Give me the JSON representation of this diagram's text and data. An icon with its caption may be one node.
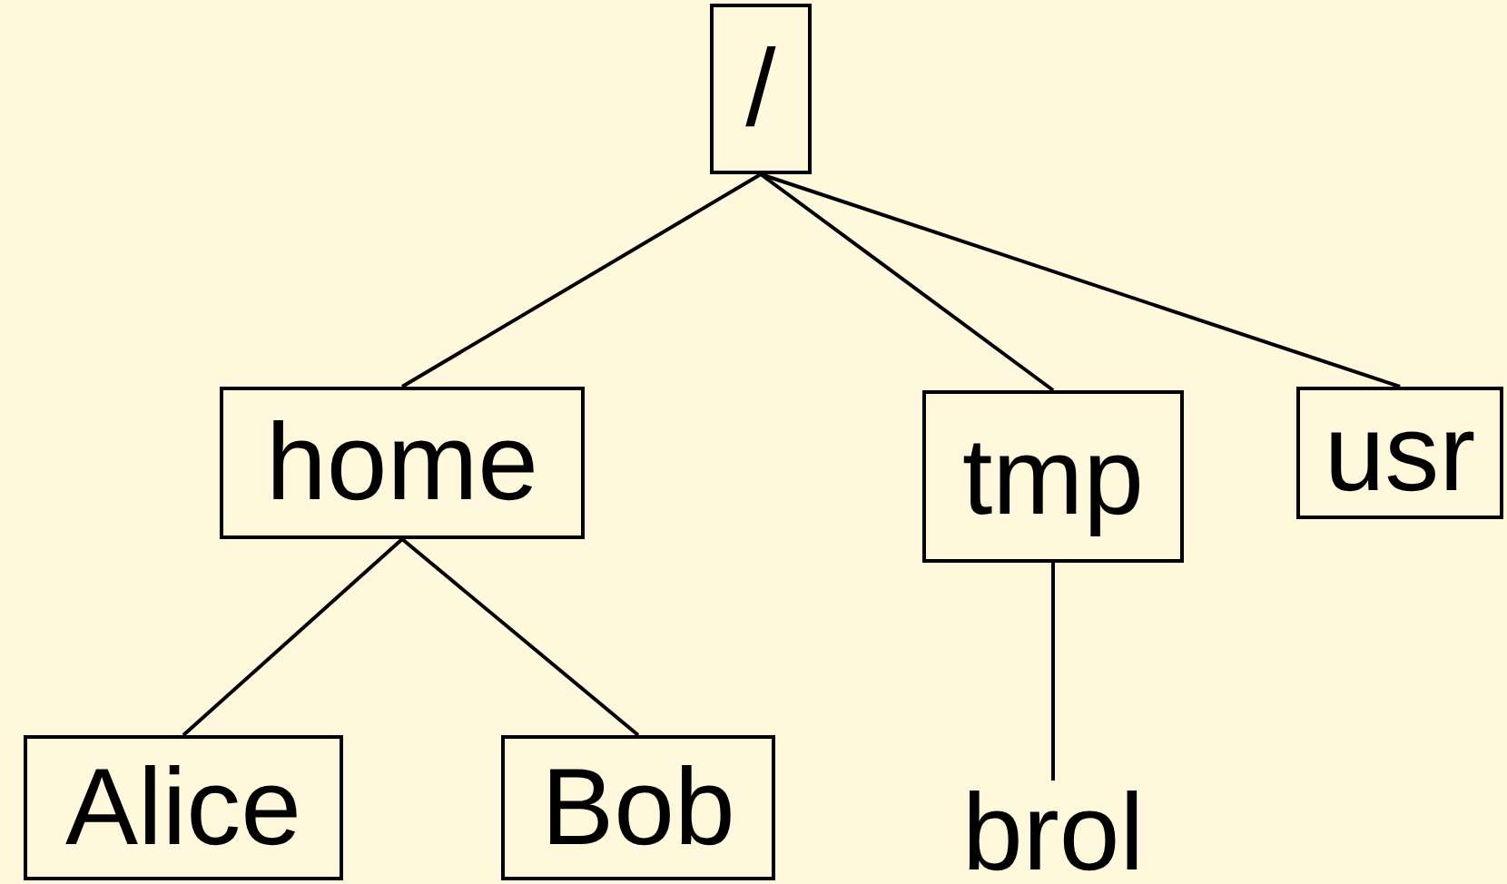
{
  "diagram": {
    "nodes": [
      {
        "text": [
          "/"
        ]
      },
      {
        "text": [
          "home"
        ]
      },
      {
        "text": [
          "tmp"
        ]
      },
      {
        "text": [
          "usr"
        ]
      },
      {
        "text": [
          "Alice"
        ]
      },
      {
        "text": [
          "Bob"
        ]
      },
      {
        "text": [
          "brol"
        ]
      }
    ],
    "edges": [
      {
        "from": 0,
        "to": 1,
        "arrow": "none"
      },
      {
        "from": 0,
        "to": 2,
        "arrow": "none"
      },
      {
        "from": 0,
        "to": 3,
        "arrow": "none"
      },
      {
        "from": 1,
        "to": 4,
        "arrow": "none"
      },
      {
        "from": 1,
        "to": 5,
        "arrow": "none"
      },
      {
        "from": 2,
        "to": 6,
        "arrow": "none"
      }
    ]
  }
}
